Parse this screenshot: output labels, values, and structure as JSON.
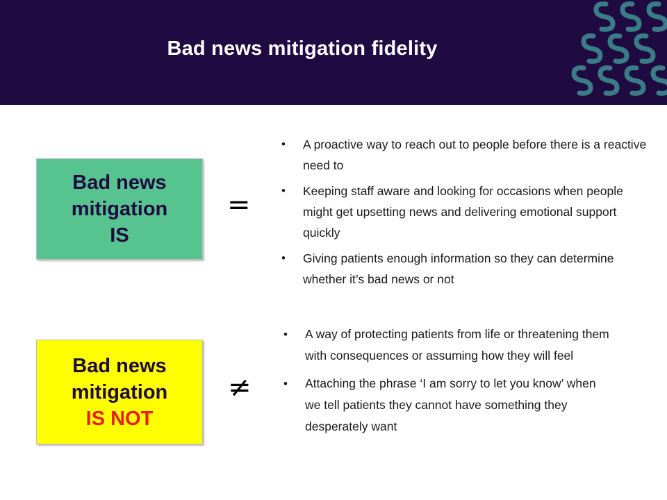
{
  "header": {
    "title": "Bad news mitigation fidelity"
  },
  "is_section": {
    "box_lines": [
      "Bad news",
      "mitigation",
      "IS"
    ],
    "sign": "=",
    "bullets": [
      "A proactive way to reach out to people before there is a reactive need to",
      "Keeping staff aware and looking for occasions when people might get upsetting news and delivering emotional support quickly",
      "Giving patients enough information so they can determine whether it’s bad news or not"
    ]
  },
  "is_not_section": {
    "box_lines": [
      "Bad news",
      "mitigation",
      "IS NOT"
    ],
    "sign": "≠",
    "bullets": [
      "A way of protecting patients from life or threatening them with consequences or assuming how they will feel",
      "Attaching the phrase ‘I am sorry to let you know’ when we tell patients they cannot have something they desperately want"
    ]
  },
  "bullet_glyph": "•",
  "colors": {
    "header_bg": "#1f0a42",
    "is_box": "#57c38f",
    "is_not_box": "#ffff00",
    "emphasis_red": "#e8201a",
    "deco_teal": "#3d8a8f"
  }
}
